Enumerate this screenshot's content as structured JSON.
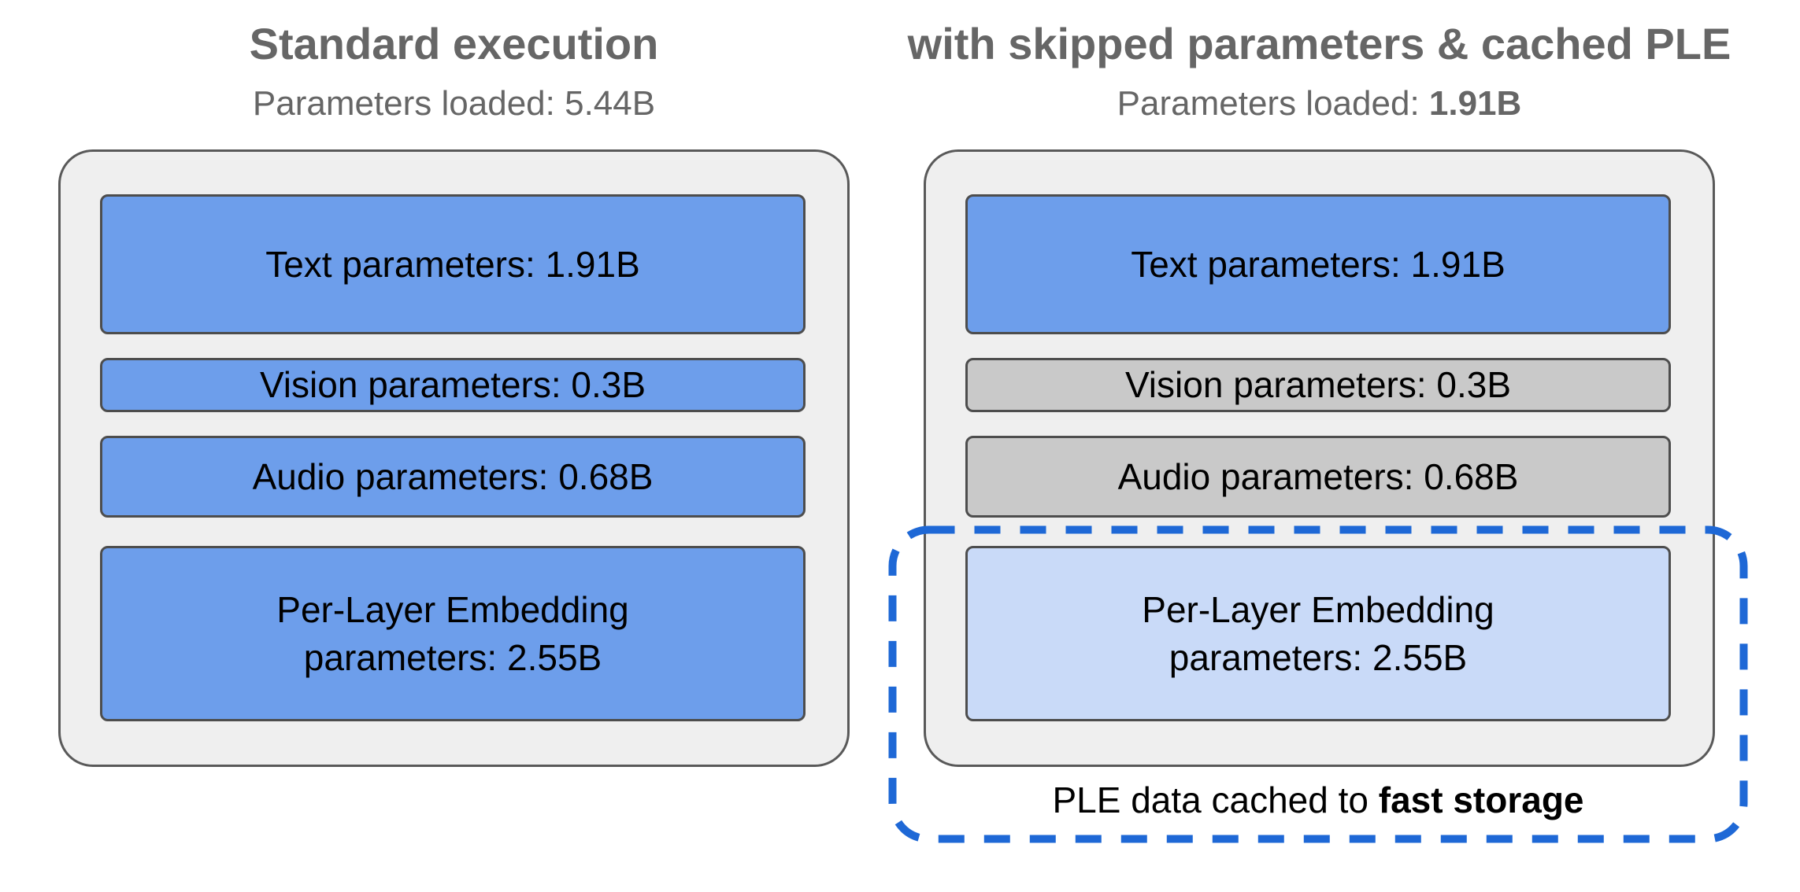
{
  "figure": {
    "left_panel": {
      "title": "Standard execution",
      "subtitle_prefix": "Parameters loaded: ",
      "subtitle_value": "5.44B",
      "boxes": [
        {
          "label": "Text parameters: 1.91B",
          "value_b": 1.91,
          "state": "loaded",
          "color": "#6d9eeb"
        },
        {
          "label": "Vision parameters: 0.3B",
          "value_b": 0.3,
          "state": "loaded",
          "color": "#6d9eeb"
        },
        {
          "label": "Audio parameters: 0.68B",
          "value_b": 0.68,
          "state": "loaded",
          "color": "#6d9eeb"
        },
        {
          "line1": "Per-Layer Embedding",
          "line2": "parameters: 2.55B",
          "value_b": 2.55,
          "state": "loaded",
          "color": "#6d9eeb"
        }
      ]
    },
    "right_panel": {
      "title": "with skipped parameters & cached PLE",
      "subtitle_prefix": "Parameters loaded: ",
      "subtitle_value": "1.91B",
      "boxes": [
        {
          "label": "Text parameters: 1.91B",
          "value_b": 1.91,
          "state": "loaded",
          "color": "#6d9eeb"
        },
        {
          "label": "Vision parameters: 0.3B",
          "value_b": 0.3,
          "state": "skipped",
          "color": "#c9c9c9"
        },
        {
          "label": "Audio parameters: 0.68B",
          "value_b": 0.68,
          "state": "skipped",
          "color": "#c9c9c9"
        },
        {
          "line1": "Per-Layer Embedding",
          "line2": "parameters: 2.55B",
          "value_b": 2.55,
          "state": "cached",
          "color": "#c9daf8"
        }
      ],
      "caption_prefix": "PLE data cached to ",
      "caption_bold": "fast storage"
    },
    "colors": {
      "loaded_blue": "#6d9eeb",
      "skipped_gray": "#c9c9c9",
      "cached_light_blue": "#c9daf8",
      "container_fill": "#efefef",
      "container_border": "#595959",
      "box_border": "#4d4d4d",
      "heading_gray": "#666666",
      "dashed_accent_blue": "#1e68d6",
      "background": "#ffffff"
    }
  }
}
